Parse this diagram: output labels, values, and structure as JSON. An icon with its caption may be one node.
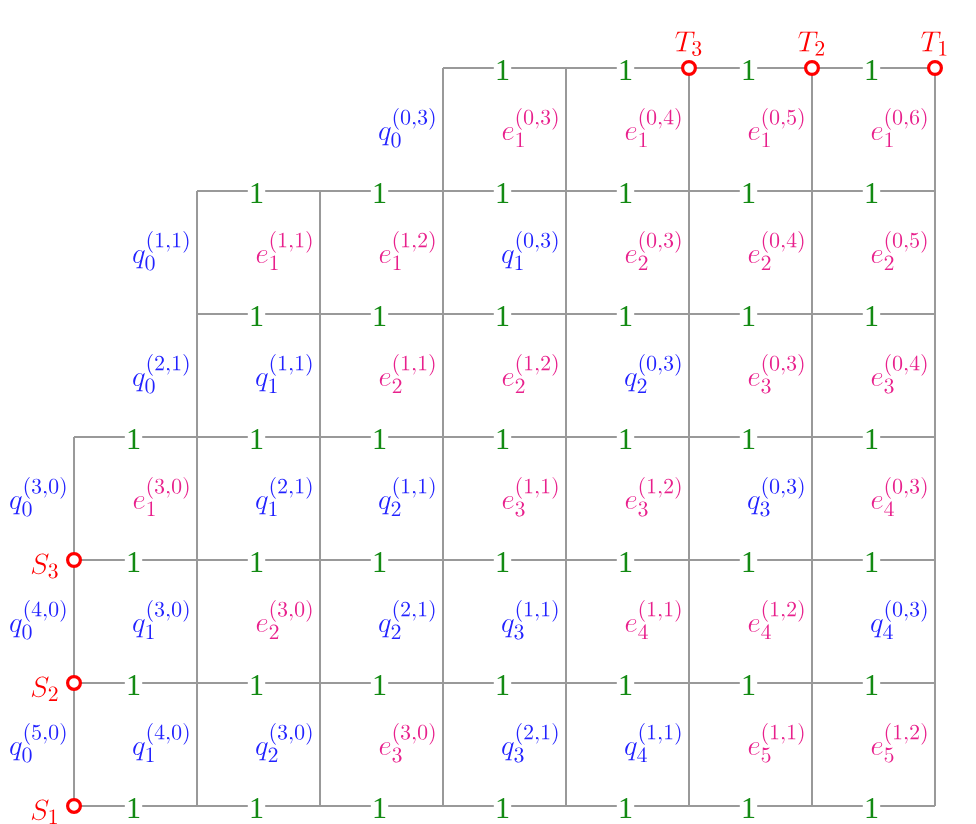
{
  "diagram": {
    "labels": [
      "T_3",
      "T_2",
      "T_1",
      "1",
      "1",
      "1",
      "1",
      "q_0^{(0,3)}",
      "e_1^{(0,3)}",
      "e_1^{(0,4)}",
      "e_1^{(0,5)}",
      "e_1^{(0,6)}",
      "1",
      "1",
      "1",
      "1",
      "1",
      "1",
      "q_0^{(1,1)}",
      "e_1^{(1,1)}",
      "e_1^{(1,2)}",
      "q_1^{(0,3)}",
      "e_2^{(0,3)}",
      "e_2^{(0,4)}",
      "e_2^{(0,5)}",
      "1",
      "1",
      "1",
      "1",
      "1",
      "1",
      "q_0^{(2,1)}",
      "q_1^{(1,1)}",
      "e_2^{(1,1)}",
      "e_2^{(1,2)}",
      "q_2^{(0,3)}",
      "e_3^{(0,3)}",
      "e_3^{(0,4)}",
      "1",
      "1",
      "1",
      "1",
      "1",
      "1",
      "1",
      "q_0^{(3,0)}",
      "e_1^{(3,0)}",
      "q_1^{(2,1)}",
      "q_2^{(1,1)}",
      "e_3^{(1,1)}",
      "e_3^{(1,2)}",
      "q_3^{(0,3)}",
      "e_4^{(0,3)}",
      "S_3",
      "1",
      "1",
      "1",
      "1",
      "1",
      "1",
      "1",
      "q_0^{(4,0)}",
      "q_1^{(3,0)}",
      "e_2^{(3,0)}",
      "q_2^{(2,1)}",
      "q_3^{(1,1)}",
      "e_4^{(1,1)}",
      "e_4^{(1,2)}",
      "q_4^{(0,3)}",
      "S_2",
      "1",
      "1",
      "1",
      "1",
      "1",
      "1",
      "1",
      "q_0^{(5,0)}",
      "q_1^{(4,0)}",
      "q_2^{(3,0)}",
      "e_3^{(3,0)}",
      "q_3^{(2,1)}",
      "q_4^{(1,1)}",
      "e_5^{(1,1)}",
      "e_5^{(1,2)}",
      "S_1",
      "1",
      "1",
      "1",
      "1",
      "1",
      "1",
      "1"
    ]
  }
}
